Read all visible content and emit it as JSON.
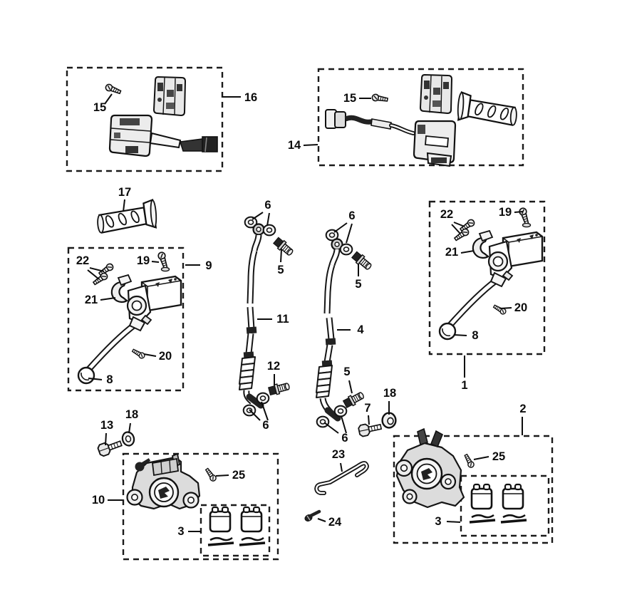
{
  "figure": {
    "background_color": "#ffffff",
    "line_color": "#1a1a1a"
  },
  "callouts": [
    "16",
    "15",
    "15",
    "14",
    "17",
    "22",
    "19",
    "9",
    "21",
    "20",
    "8",
    "6",
    "5",
    "6",
    "5",
    "11",
    "4",
    "12",
    "6",
    "5",
    "7",
    "18",
    "6",
    "13",
    "18",
    "10",
    "25",
    "3",
    "2",
    "25",
    "3",
    "23",
    "24",
    "1",
    "8",
    "20",
    "21",
    "19",
    "22"
  ]
}
